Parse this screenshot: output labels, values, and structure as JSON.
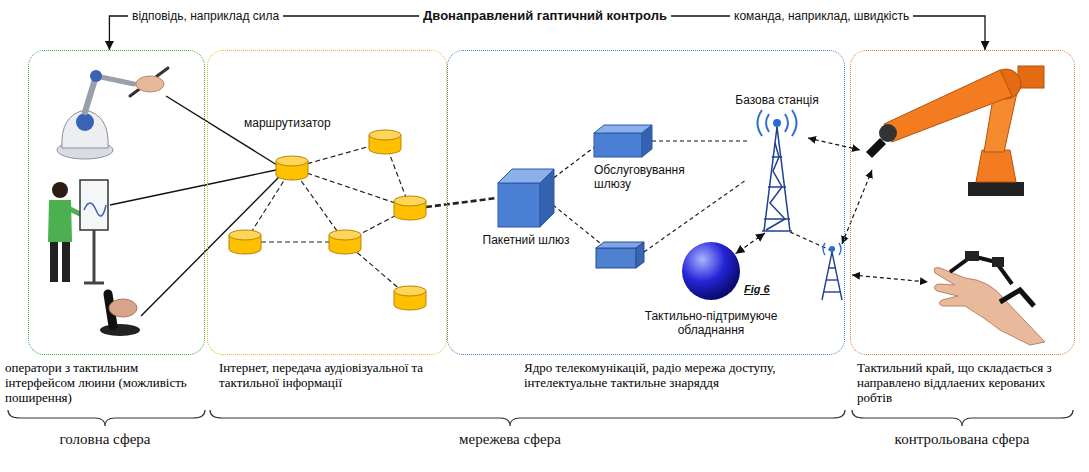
{
  "diagram": {
    "title": "Двонаправлений гаптичний контроль",
    "nodes": [
      {
        "text": [
          "оператори з тактильним інтерфейсом люини (можливість поширення)"
        ]
      },
      {
        "text": [
          "Інтернет, передача аудіовізуальної та тактильної інформації"
        ]
      },
      {
        "text": [
          "Ядро телекомунікацій, радіо мережа доступу, інтелектуальне тактильне знаряддя"
        ]
      },
      {
        "text": [
          "Пакетний шлюз"
        ],
        "in": 2
      },
      {
        "text": [
          "Обслуговування шлюзу"
        ],
        "in": 2
      },
      {
        "text": [
          "Базова станція"
        ],
        "in": 2
      },
      {
        "text": [
          "Тактильно-підтримуюче обладнання"
        ],
        "in": 2
      },
      {
        "text": [
          "Тактильний край, що складається з направлено віддлаених керованих робтів"
        ]
      }
    ],
    "edges": [
      {
        "from": 0,
        "to": 7,
        "arrow": "both"
      },
      {
        "from": 3,
        "to": 4,
        "arrow": "none"
      },
      {
        "from": 4,
        "to": 5,
        "arrow": "none"
      },
      {
        "from": 5,
        "to": 6,
        "arrow": "both"
      }
    ],
    "labels": [
      "відповідь, наприклад сила",
      "команда, наприклад, швидкість",
      "маршрутизатор",
      "Fig 6",
      "головна сфера",
      "мережева сфера",
      "контрольована сфера"
    ]
  }
}
